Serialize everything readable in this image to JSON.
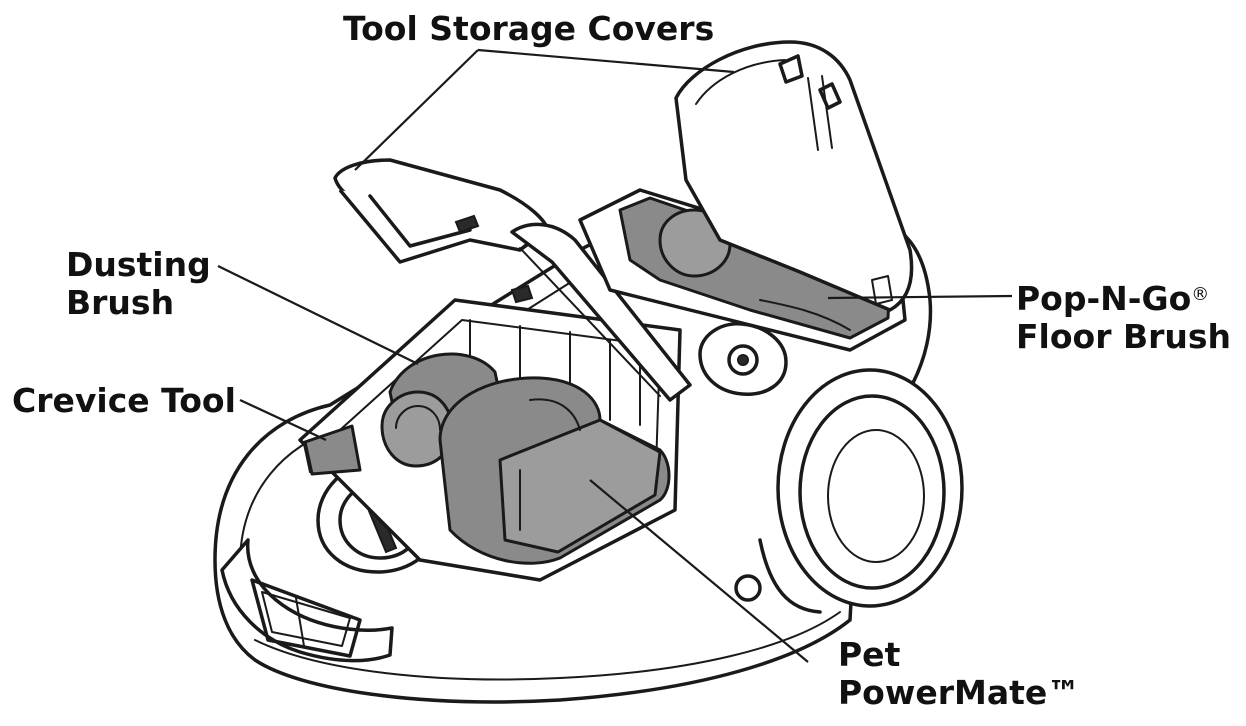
{
  "diagram": {
    "labels": {
      "tool_storage_covers": "Tool Storage Covers",
      "dusting_brush_line1": "Dusting",
      "dusting_brush_line2": "Brush",
      "crevice_tool": "Crevice Tool",
      "pop_n_go_line1": "Pop-N-Go",
      "pop_n_go_mark": "®",
      "pop_n_go_line2": "Floor Brush",
      "pet_powermate_line1": "Pet",
      "pet_powermate_line2": "PowerMate™"
    }
  }
}
